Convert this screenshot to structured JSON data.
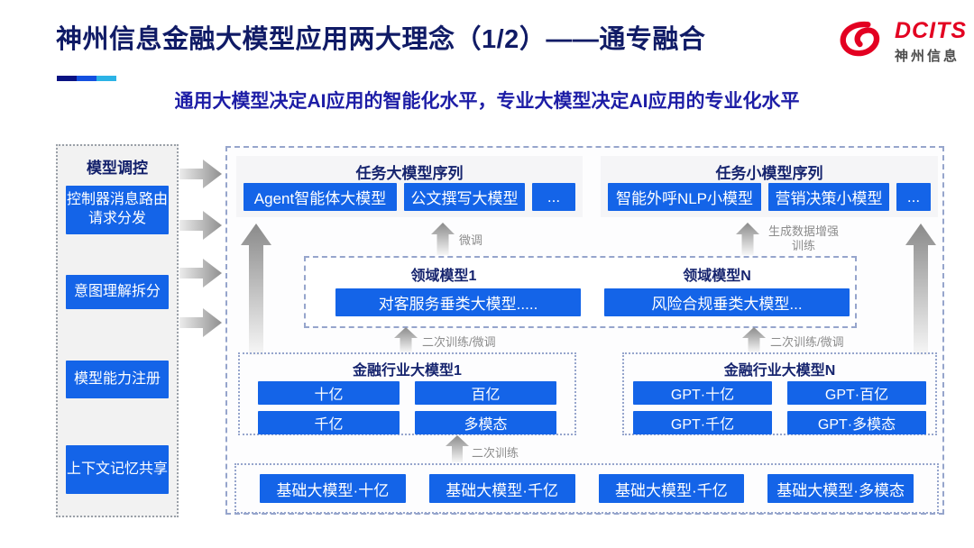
{
  "header": {
    "title": "神州信息金融大模型应用两大理念（1/2）——通专融合",
    "subtitle": "通用大模型决定AI应用的智能化水平，专业大模型决定AI应用的专业化水平",
    "logo": {
      "brand": "DCITS",
      "brand_cn": "神州信息",
      "icon": "dcits-swirl-icon"
    }
  },
  "colors": {
    "button_blue": "#1464e8",
    "title_navy": "#101b66",
    "subtitle_blue": "#1d1da6",
    "brand_red": "#e30021",
    "arrow_gray": "#8f8f8f",
    "gradient_bar": [
      "#0a1282",
      "#1450e0",
      "#2cb3e6"
    ]
  },
  "sidebar": {
    "title": "模型调控",
    "items": [
      {
        "label": "控制器消息路由请求分发"
      },
      {
        "label": "意图理解拆分"
      },
      {
        "label": "模型能力注册"
      },
      {
        "label": "上下文记忆共享"
      }
    ]
  },
  "main": {
    "task_panels": [
      {
        "title": "任务大模型序列",
        "buttons": [
          "Agent智能体大模型",
          "公文撰写大模型",
          "..."
        ]
      },
      {
        "title": "任务小模型序列",
        "buttons": [
          "智能外呼NLP小模型",
          "营销决策小模型",
          "..."
        ]
      }
    ],
    "arrow_labels": {
      "fine_tune": "微调",
      "data_augment": "生成数据增强训练",
      "secondary_left": "二次训练/微调",
      "secondary_right": "二次训练/微调",
      "secondary_bottom": "二次训练"
    },
    "domain_panel": {
      "sections": [
        {
          "title": "领域模型1",
          "button": "对客服务垂类大模型....."
        },
        {
          "title": "领域模型N",
          "button": "风险合规垂类大模型..."
        }
      ]
    },
    "industry_panels": [
      {
        "title": "金融行业大模型1",
        "buttons": [
          "十亿",
          "百亿",
          "千亿",
          "多模态"
        ]
      },
      {
        "title": "金融行业大模型N",
        "buttons": [
          "GPT·十亿",
          "GPT·百亿",
          "GPT·千亿",
          "GPT·多模态"
        ]
      }
    ],
    "base_panel": {
      "buttons": [
        "基础大模型·十亿",
        "基础大模型·千亿",
        "基础大模型·千亿",
        "基础大模型·多模态"
      ]
    }
  }
}
